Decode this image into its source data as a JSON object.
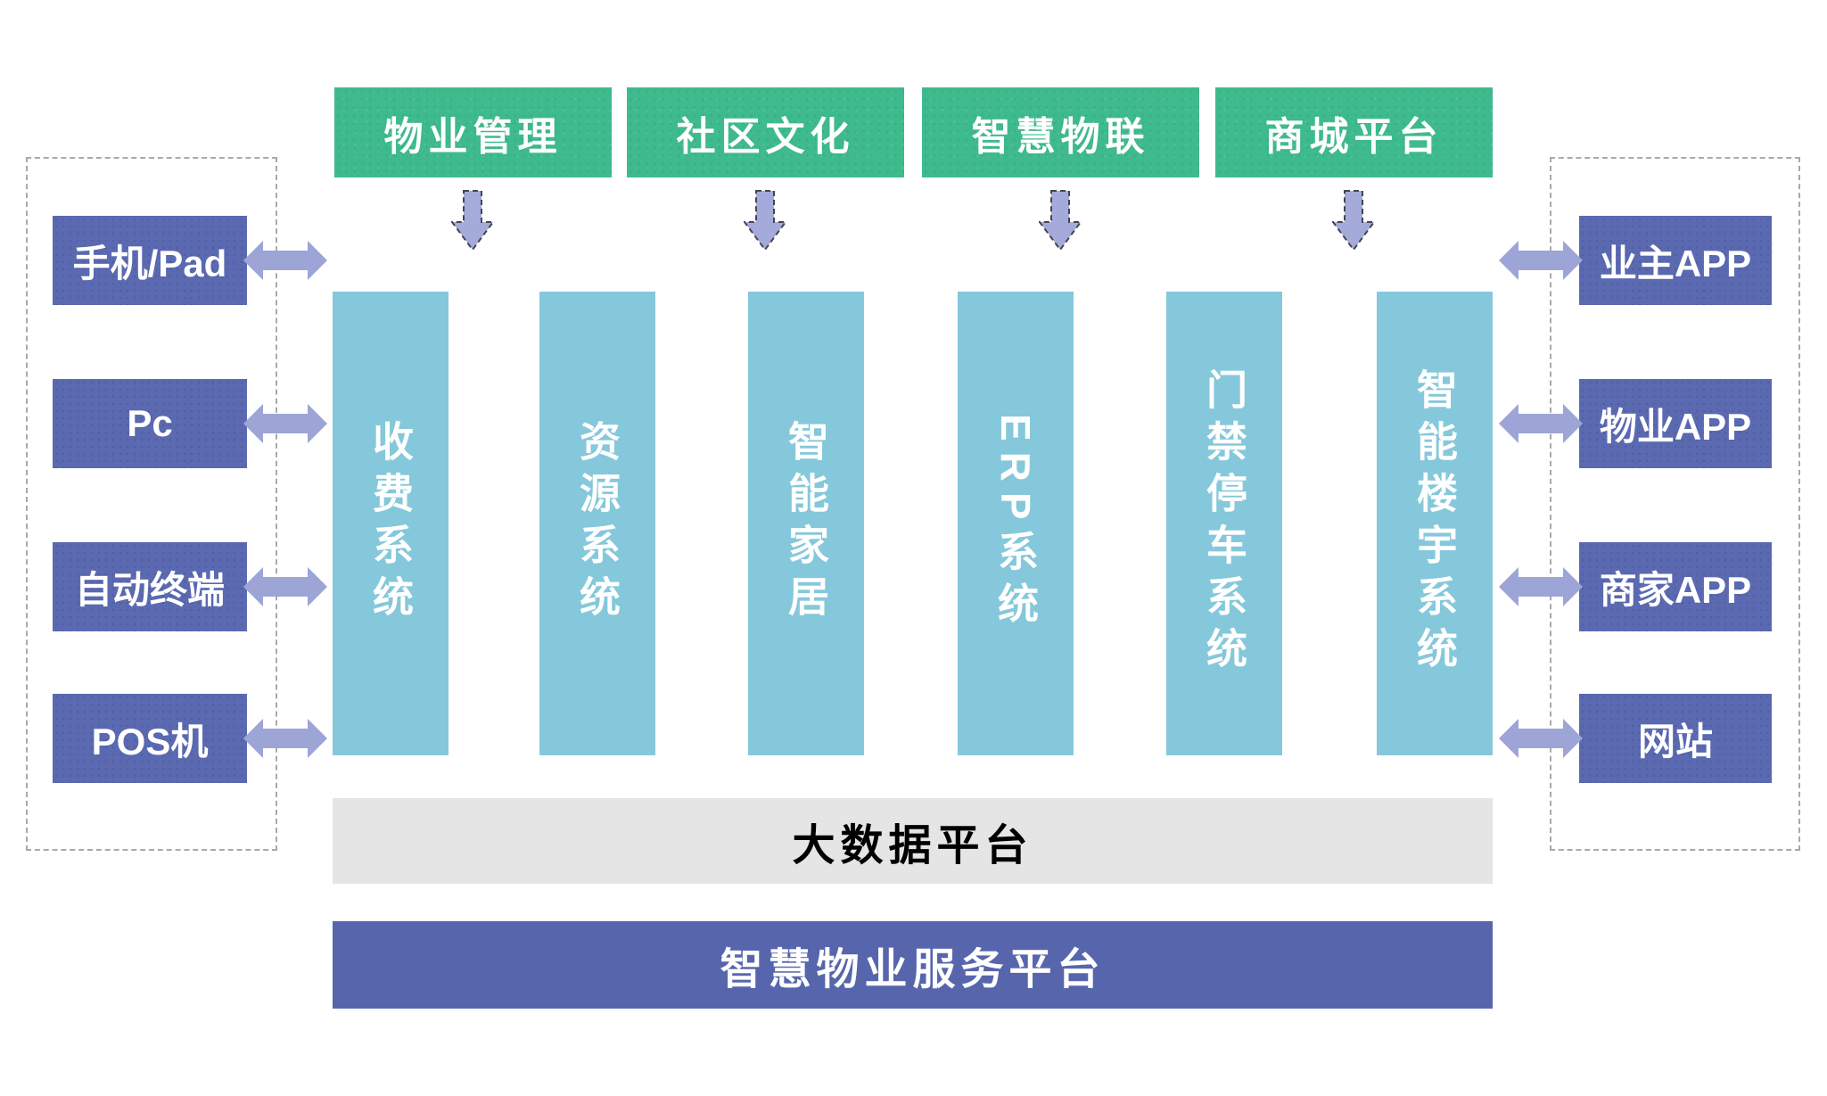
{
  "top_modules": [
    {
      "label": "物业管理"
    },
    {
      "label": "社区文化"
    },
    {
      "label": "智慧物联"
    },
    {
      "label": "商城平台"
    }
  ],
  "left_terminals": [
    {
      "label": "手机/Pad"
    },
    {
      "label": "Pc"
    },
    {
      "label": "自动终端"
    },
    {
      "label": "POS机"
    }
  ],
  "right_terminals": [
    {
      "label": "业主APP"
    },
    {
      "label": "物业APP"
    },
    {
      "label": "商家APP"
    },
    {
      "label": "网站"
    }
  ],
  "systems": [
    {
      "label": "收费系统"
    },
    {
      "label": "资源系统"
    },
    {
      "label": "智能家居"
    },
    {
      "label": "ERP系统"
    },
    {
      "label": "门禁停车系统"
    },
    {
      "label": "智能楼宇系统"
    }
  ],
  "bars": {
    "big_data": "大数据平台",
    "service_platform": "智慧物业服务平台"
  },
  "colors": {
    "module_green": "#3eba8c",
    "terminal_purple": "#5b69b1",
    "system_teal": "#85c8db",
    "arrow_lavender": "#9da5d7",
    "big_data_gray": "#e5e5e5",
    "service_platform_purple": "#5766ac"
  }
}
